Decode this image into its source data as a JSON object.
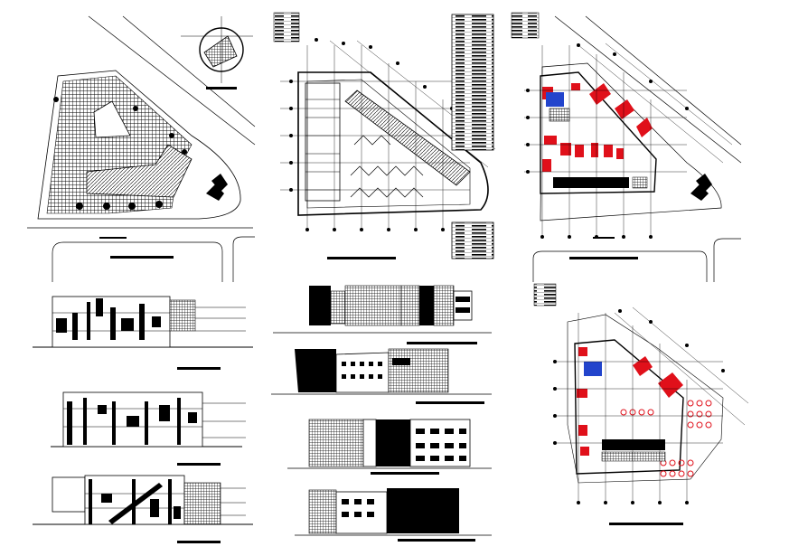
{
  "drawing": {
    "background": "#ffffff",
    "ink": "#000000",
    "accent_red": "#e0101a",
    "accent_blue": "#2244cc",
    "panels": [
      {
        "id": "site-plan",
        "title": ""
      },
      {
        "id": "ground-floor-plan",
        "title": ""
      },
      {
        "id": "first-floor-plan",
        "title": ""
      },
      {
        "id": "second-floor-plan",
        "title": ""
      },
      {
        "id": "section-a",
        "title": ""
      },
      {
        "id": "section-b",
        "title": ""
      },
      {
        "id": "section-c",
        "title": ""
      },
      {
        "id": "elevation-1",
        "title": ""
      },
      {
        "id": "elevation-2",
        "title": ""
      },
      {
        "id": "elevation-3",
        "title": ""
      },
      {
        "id": "elevation-4",
        "title": ""
      }
    ]
  }
}
